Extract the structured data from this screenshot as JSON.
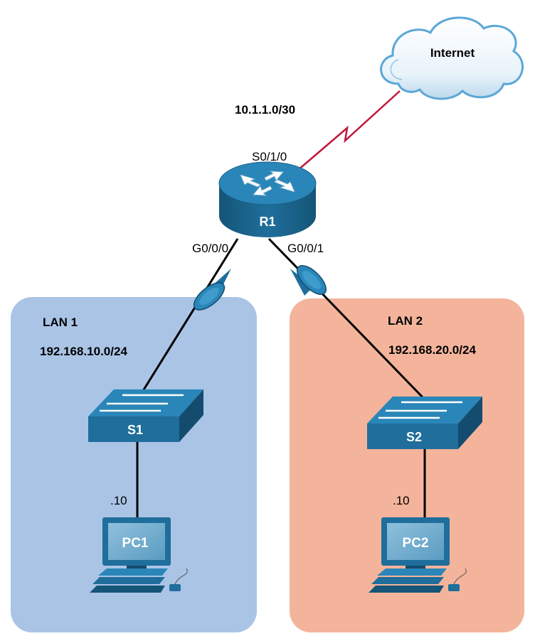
{
  "colors": {
    "lan1_fill": "#aac4e6",
    "lan2_fill": "#f4b49c",
    "device_blue": "#1f6e9c",
    "device_dark": "#134c6e",
    "serial_link": "#c0183c",
    "cable": "#000000"
  },
  "internet": {
    "label": "Internet"
  },
  "serial_network": {
    "label": "10.1.1.0/30"
  },
  "router": {
    "name": "R1",
    "interfaces": {
      "serial": "S0/1/0",
      "lan1": "G0/0/0",
      "lan2": "G0/0/1"
    }
  },
  "lan1": {
    "title": "LAN 1",
    "network": "192.168.10.0/24",
    "switch": "S1",
    "pc": "PC1",
    "pc_host": ".10"
  },
  "lan2": {
    "title": "LAN 2",
    "network": "192.168.20.0/24",
    "switch": "S2",
    "pc": "PC2",
    "pc_host": ".10"
  }
}
